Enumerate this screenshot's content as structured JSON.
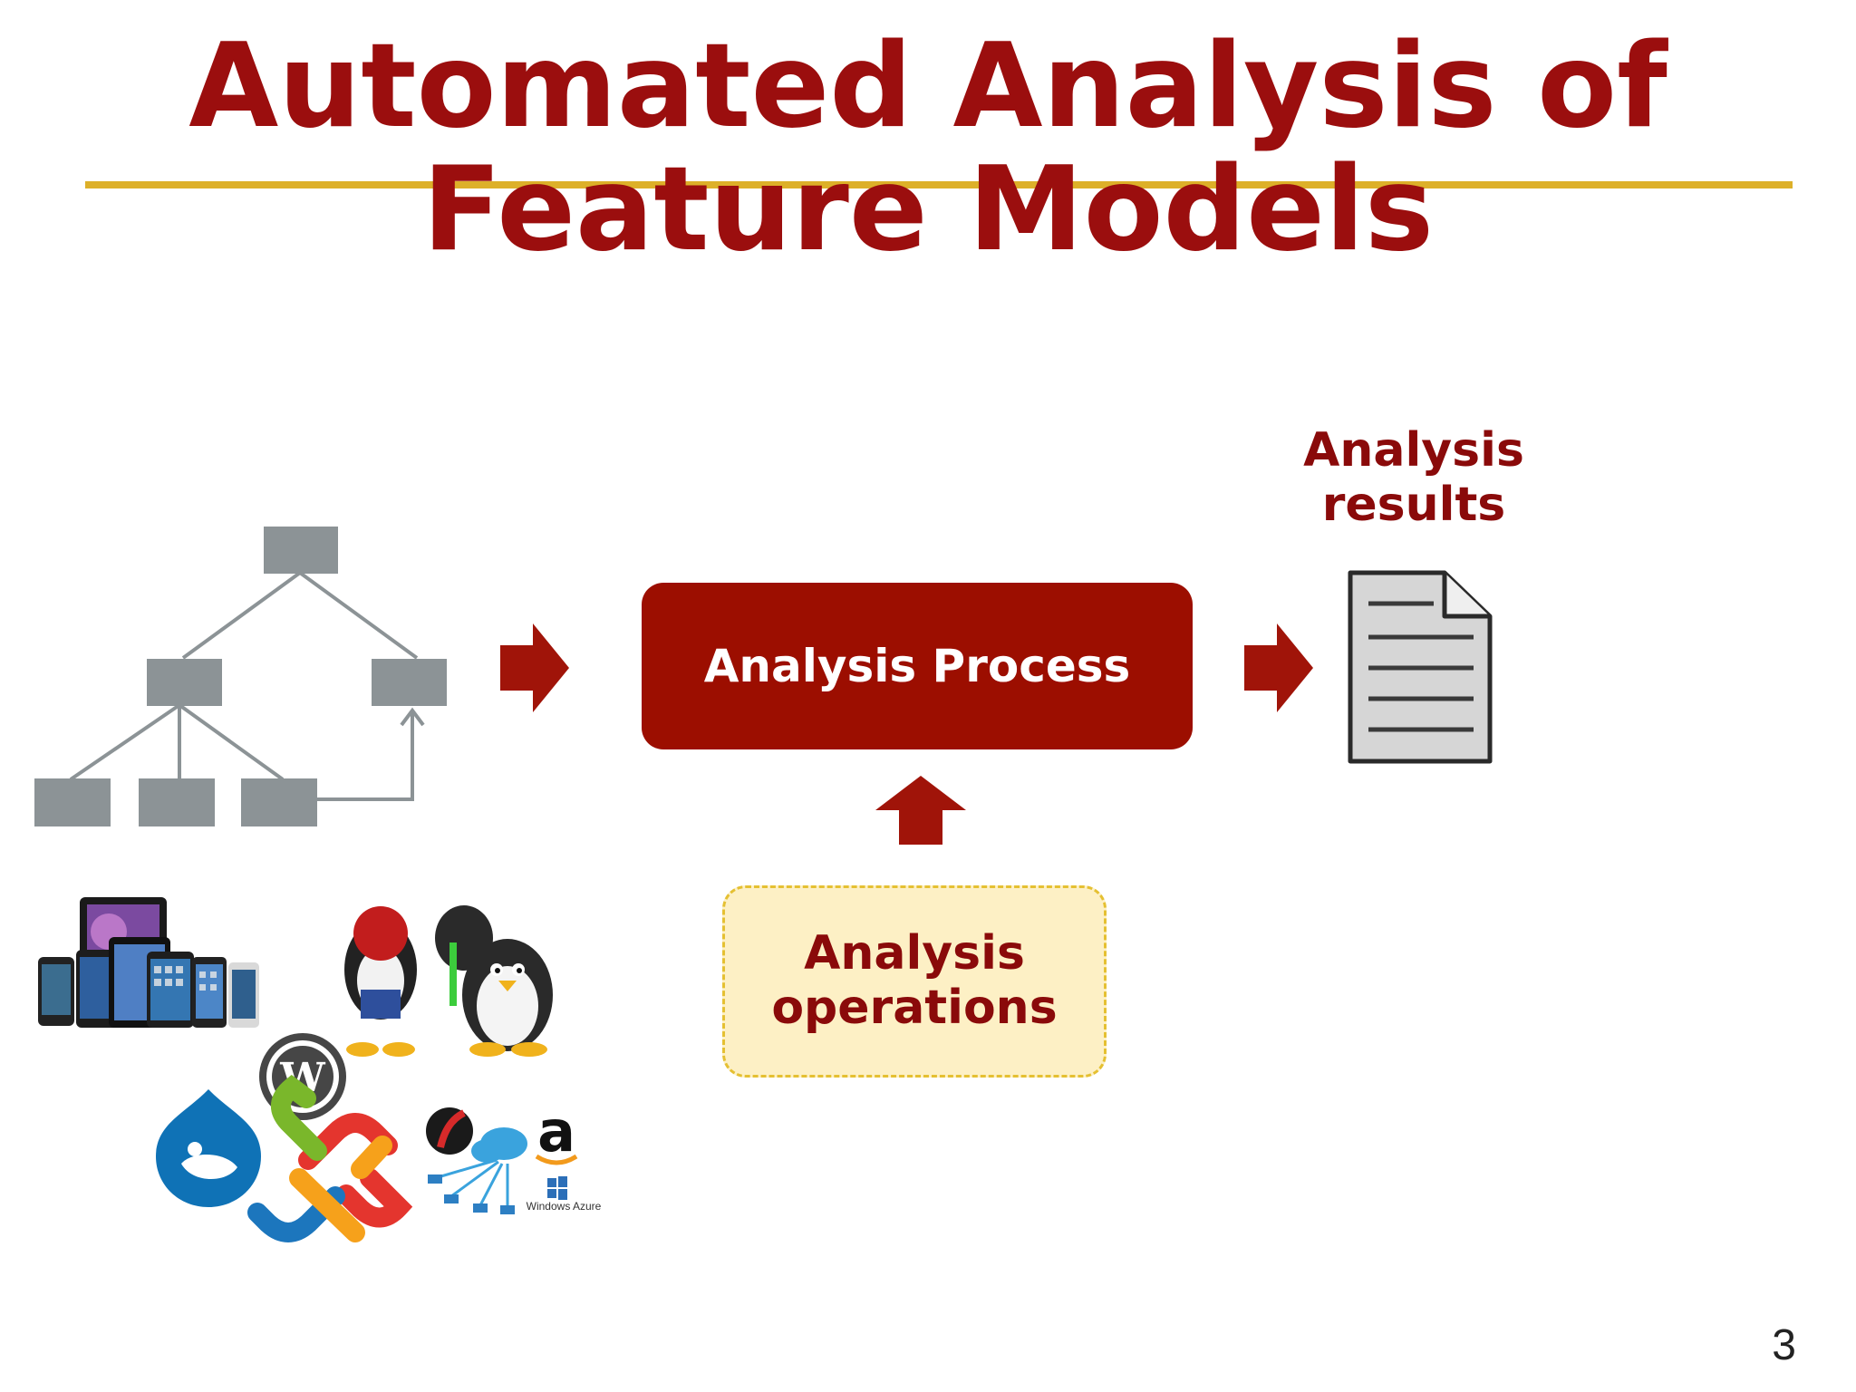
{
  "slide": {
    "title_line1": "Automated Analysis of",
    "title_line2": "Feature Models",
    "page_number": "3"
  },
  "diagram": {
    "process_label": "Analysis Process",
    "operations_line1": "Analysis",
    "operations_line2": "operations",
    "results_line1": "Analysis",
    "results_line2": "results"
  },
  "logos": {
    "windows_azure_text": "Windows Azure",
    "amazon_glyph": "a"
  },
  "colors": {
    "title": "#9b0e0e",
    "accent_rule": "#ddb029",
    "process_fill": "#9c0e00",
    "operations_fill": "#fdf0c5",
    "operations_border": "#e5c032",
    "arrow": "#a01409",
    "tree_node": "#8c9396"
  }
}
